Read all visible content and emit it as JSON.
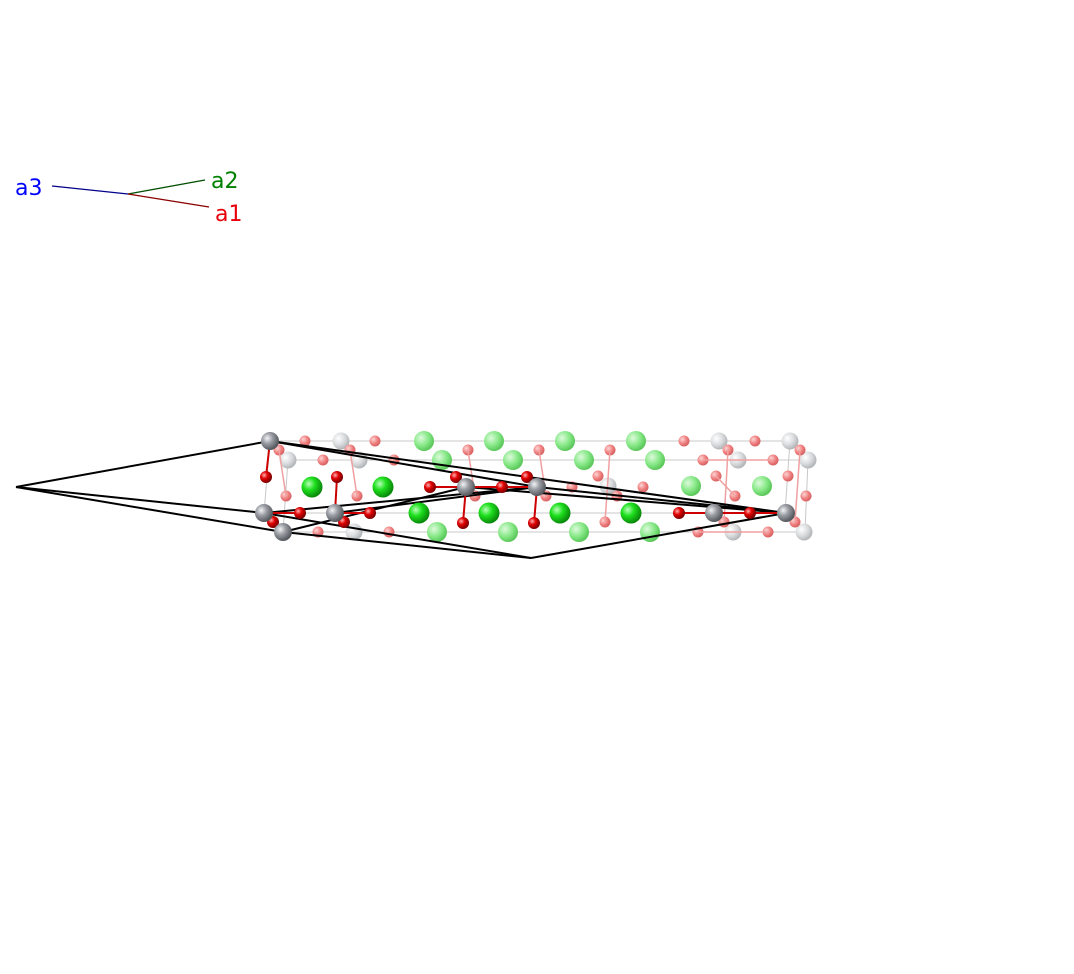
{
  "axes": {
    "a1": {
      "label": "a1",
      "color": "#e8000b"
    },
    "a2": {
      "label": "a2",
      "color": "#008000"
    },
    "a3": {
      "label": "a3",
      "color": "#0000ff"
    }
  },
  "colors": {
    "axis_a1_line": "#8b0000",
    "axis_a2_line": "#004d00",
    "axis_a3_line": "#00008b",
    "cell_outline": "#000000",
    "faint_box": "#c8c8c8",
    "bond": "#cc0000",
    "atom_green": "#22dd22",
    "atom_red": "#e00000",
    "atom_gray": "#8c9096",
    "atom_ghost_green": "#7be87b",
    "atom_ghost_red": "#f07070",
    "atom_ghost_gray": "#d6d8da"
  },
  "atom_species": [
    {
      "name": "green-atom",
      "icon": "green-sphere"
    },
    {
      "name": "red-atom",
      "icon": "red-sphere"
    },
    {
      "name": "gray-atom",
      "icon": "gray-sphere"
    }
  ]
}
